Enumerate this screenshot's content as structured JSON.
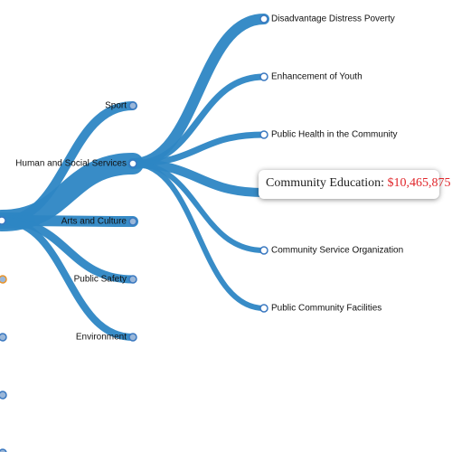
{
  "colors": {
    "link": "#2d86c4",
    "node_fill": "#9ab7d9",
    "node_stroke": "#3a78c0",
    "highlight_stroke": "#e8942b",
    "tooltip_amount": "#e0262b"
  },
  "tree": {
    "level1": [
      {
        "id": "sport",
        "label": "Sport"
      },
      {
        "id": "human",
        "label": "Human and Social Services"
      },
      {
        "id": "arts",
        "label": "Arts and Culture"
      },
      {
        "id": "safety",
        "label": "Public Safety"
      },
      {
        "id": "environment",
        "label": "Environment"
      }
    ],
    "level2": [
      {
        "id": "poverty",
        "label": "Disadvantage Distress Poverty"
      },
      {
        "id": "youth",
        "label": "Enhancement of Youth"
      },
      {
        "id": "health",
        "label": "Public Health in the Community"
      },
      {
        "id": "education",
        "label": "Community Education"
      },
      {
        "id": "service",
        "label": "Community Service Organization"
      },
      {
        "id": "facilities",
        "label": "Public Community Facilities"
      }
    ]
  },
  "tooltip": {
    "label": "Community Education:",
    "amount": "$10,465,875"
  }
}
